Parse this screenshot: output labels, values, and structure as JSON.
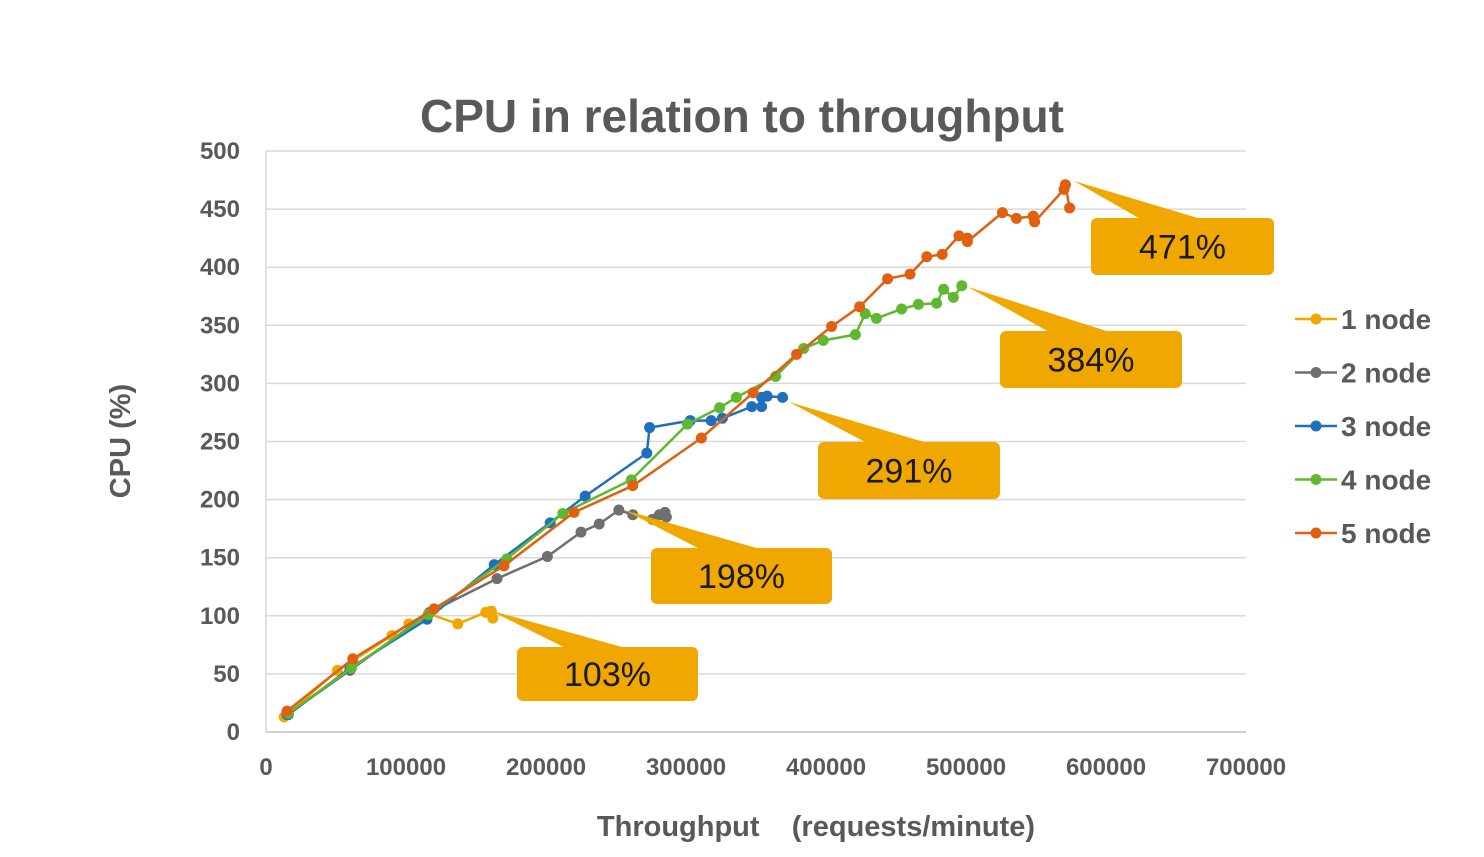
{
  "chart_data": {
    "type": "line",
    "title": "CPU in relation to throughput",
    "xlabel": "Throughput    (requests/minute)",
    "ylabel": "CPU (%)",
    "xlim": [
      0,
      700000
    ],
    "ylim": [
      0,
      500
    ],
    "x_ticks": [
      0,
      100000,
      200000,
      300000,
      400000,
      500000,
      600000,
      700000
    ],
    "y_ticks": [
      0,
      50,
      100,
      150,
      200,
      250,
      300,
      350,
      400,
      450,
      500
    ],
    "grid": "horizontal",
    "legend_position": "right",
    "series": [
      {
        "name": "1 node",
        "color": "#F0A800",
        "points": [
          [
            13000,
            13
          ],
          [
            51000,
            53
          ],
          [
            90000,
            83
          ],
          [
            102000,
            93
          ],
          [
            116000,
            102
          ],
          [
            137000,
            93
          ],
          [
            157000,
            103
          ],
          [
            161000,
            104
          ],
          [
            162000,
            98
          ]
        ]
      },
      {
        "name": "2 node",
        "color": "#6F6F6F",
        "points": [
          [
            15000,
            15
          ],
          [
            60000,
            53
          ],
          [
            117000,
            103
          ],
          [
            165000,
            132
          ],
          [
            201000,
            151
          ],
          [
            225000,
            172
          ],
          [
            238000,
            179
          ],
          [
            252000,
            191
          ],
          [
            262000,
            187
          ],
          [
            276000,
            183
          ],
          [
            281000,
            187
          ],
          [
            285000,
            189
          ],
          [
            286000,
            185
          ]
        ]
      },
      {
        "name": "3 node",
        "color": "#1F6FBF",
        "points": [
          [
            16000,
            15
          ],
          [
            60000,
            55
          ],
          [
            115000,
            97
          ],
          [
            163000,
            144
          ],
          [
            203000,
            180
          ],
          [
            228000,
            203
          ],
          [
            272000,
            240
          ],
          [
            274000,
            262
          ],
          [
            303000,
            268
          ],
          [
            318000,
            268
          ],
          [
            326000,
            270
          ],
          [
            347000,
            280
          ],
          [
            354000,
            280
          ],
          [
            354000,
            288
          ],
          [
            358000,
            289
          ],
          [
            369000,
            288
          ]
        ]
      },
      {
        "name": "4 node",
        "color": "#5FB830",
        "points": [
          [
            16000,
            16
          ],
          [
            61000,
            55
          ],
          [
            116000,
            101
          ],
          [
            172000,
            149
          ],
          [
            212000,
            188
          ],
          [
            261000,
            217
          ],
          [
            301000,
            265
          ],
          [
            324000,
            279
          ],
          [
            336000,
            288
          ],
          [
            364000,
            306
          ],
          [
            384000,
            330
          ],
          [
            398000,
            337
          ],
          [
            421000,
            342
          ],
          [
            428000,
            360
          ],
          [
            436000,
            356
          ],
          [
            454000,
            364
          ],
          [
            466000,
            368
          ],
          [
            479000,
            369
          ],
          [
            484000,
            381
          ],
          [
            491000,
            374
          ],
          [
            497000,
            384
          ]
        ]
      },
      {
        "name": "5 node",
        "color": "#E06010",
        "points": [
          [
            15000,
            18
          ],
          [
            62000,
            63
          ],
          [
            120000,
            106
          ],
          [
            170000,
            143
          ],
          [
            220000,
            189
          ],
          [
            262000,
            212
          ],
          [
            311000,
            253
          ],
          [
            348000,
            292
          ],
          [
            379000,
            325
          ],
          [
            404000,
            349
          ],
          [
            424000,
            366
          ],
          [
            444000,
            390
          ],
          [
            460000,
            394
          ],
          [
            472000,
            409
          ],
          [
            483000,
            411
          ],
          [
            495000,
            427
          ],
          [
            501000,
            425
          ],
          [
            501000,
            422
          ],
          [
            526000,
            447
          ],
          [
            536000,
            442
          ],
          [
            548000,
            444
          ],
          [
            549000,
            439
          ],
          [
            570000,
            467
          ],
          [
            571000,
            471
          ],
          [
            574000,
            451
          ]
        ]
      }
    ],
    "annotations": [
      {
        "label": "103%",
        "color": "#F0A800",
        "series": "1 node"
      },
      {
        "label": "198%",
        "color": "#F0A800",
        "series": "2 node"
      },
      {
        "label": "291%",
        "color": "#F0A800",
        "series": "3 node"
      },
      {
        "label": "384%",
        "color": "#F0A800",
        "series": "4 node"
      },
      {
        "label": "471%",
        "color": "#F0A800",
        "series": "5 node"
      }
    ]
  }
}
